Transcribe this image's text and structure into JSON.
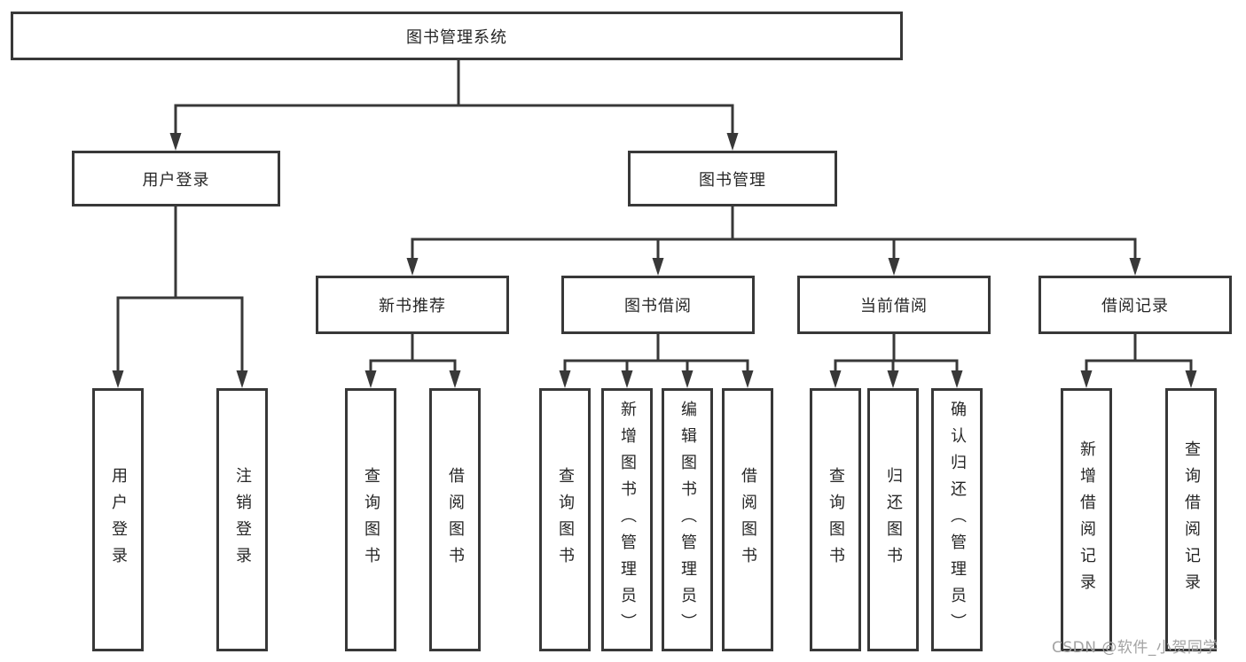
{
  "diagram": {
    "watermark": "CSDN @软件_小贺同学",
    "colors": {
      "line": "#383838",
      "box_border": "#383838",
      "text": "#262626",
      "watermark_text": "#a3a3a3",
      "background": "#ffffff"
    },
    "tree": {
      "label": "图书管理系统",
      "children": [
        {
          "label": "用户登录",
          "children": [
            {
              "label": "用户登录"
            },
            {
              "label": "注销登录"
            }
          ]
        },
        {
          "label": "图书管理",
          "children": [
            {
              "label": "新书推荐",
              "children": [
                {
                  "label": "查询图书"
                },
                {
                  "label": "借阅图书"
                }
              ]
            },
            {
              "label": "图书借阅",
              "children": [
                {
                  "label": "查询图书"
                },
                {
                  "label": "新增图书（管理员）"
                },
                {
                  "label": "编辑图书（管理员）"
                },
                {
                  "label": "借阅图书"
                }
              ]
            },
            {
              "label": "当前借阅",
              "children": [
                {
                  "label": "查询图书"
                },
                {
                  "label": "归还图书"
                },
                {
                  "label": "确认归还（管理员）"
                }
              ]
            },
            {
              "label": "借阅记录",
              "children": [
                {
                  "label": "新增借阅记录"
                },
                {
                  "label": "查询借阅记录"
                }
              ]
            }
          ]
        }
      ]
    }
  }
}
